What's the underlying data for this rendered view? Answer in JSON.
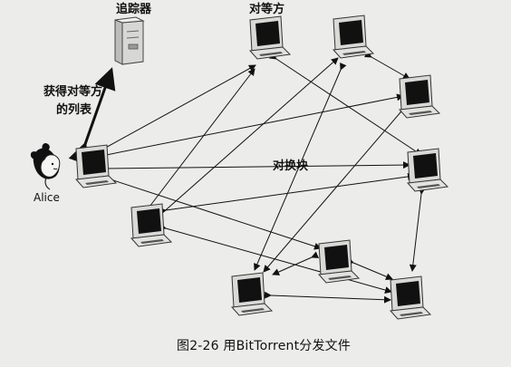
{
  "diagram": {
    "labels": {
      "tracker": "追踪器",
      "peers": "对等方",
      "get_peer_list_line1": "获得对等方",
      "get_peer_list_line2": "的列表",
      "exchange_chunks": "对换块",
      "alice": "Alice"
    },
    "caption": "图2-26 用BitTorrent分发文件",
    "colors": {
      "background": "#ececea",
      "line": "#111111",
      "screen": "#111111",
      "device": "#d9d9d6"
    }
  }
}
